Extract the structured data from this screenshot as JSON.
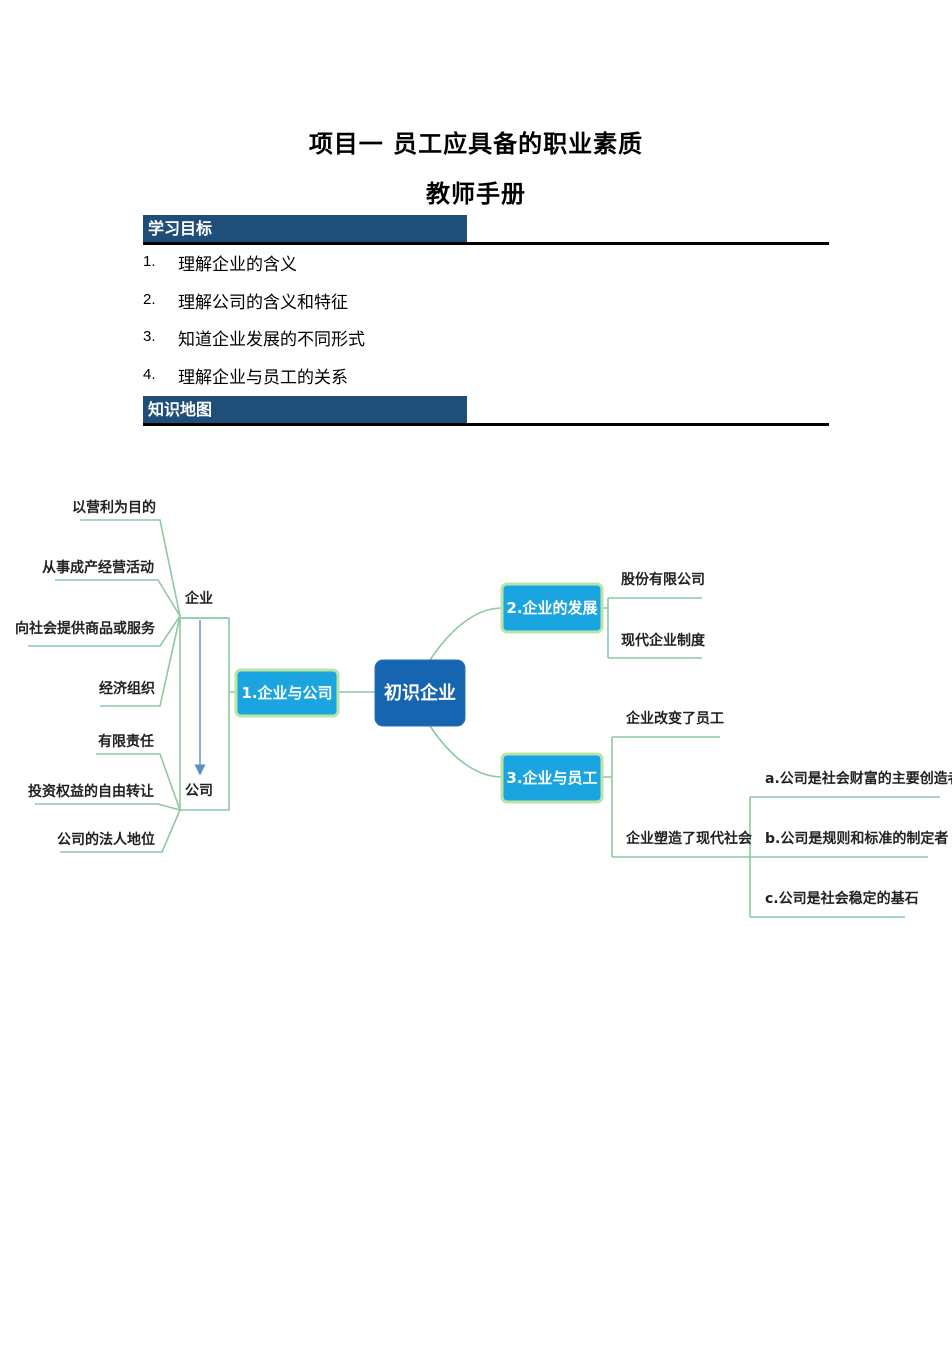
{
  "document": {
    "title": "项目一  员工应具备的职业素质",
    "subtitle": "教师手册"
  },
  "sections": {
    "objectives_header": "学习目标",
    "knowledge_map_header": "知识地图"
  },
  "objectives": [
    {
      "num": "1.",
      "text": "理解企业的含义"
    },
    {
      "num": "2.",
      "text": "理解公司的含义和特征"
    },
    {
      "num": "3.",
      "text": "知道企业发展的不同形式"
    },
    {
      "num": "4.",
      "text": "理解企业与员工的关系"
    }
  ],
  "mindmap": {
    "center": "初识企业",
    "branch1": "1.企业与公司",
    "branch2": "2.企业的发展",
    "branch3": "3.企业与员工",
    "qiye": "企业",
    "gongsi": "公司",
    "qiye_items": [
      "以营利为目的",
      "从事成产经营活动",
      "向社会提供商品或服务",
      "经济组织"
    ],
    "gongsi_items": [
      "有限责任",
      "投资权益的自由转让",
      "公司的法人地位"
    ],
    "dev_items": [
      "股份有限公司",
      "现代企业制度"
    ],
    "emp_items": [
      "企业改变了员工",
      "企业塑造了现代社会"
    ],
    "society_items": [
      "a.公司是社会财富的主要创造者",
      "b.公司是规则和标准的制定者",
      "c.公司是社会稳定的基石"
    ],
    "colors": {
      "center_fill": "#1565b0",
      "branch_fill": "#1aa5e0",
      "line_green": "#8cc9a0",
      "arrow_blue": "#5b8fc7"
    }
  }
}
